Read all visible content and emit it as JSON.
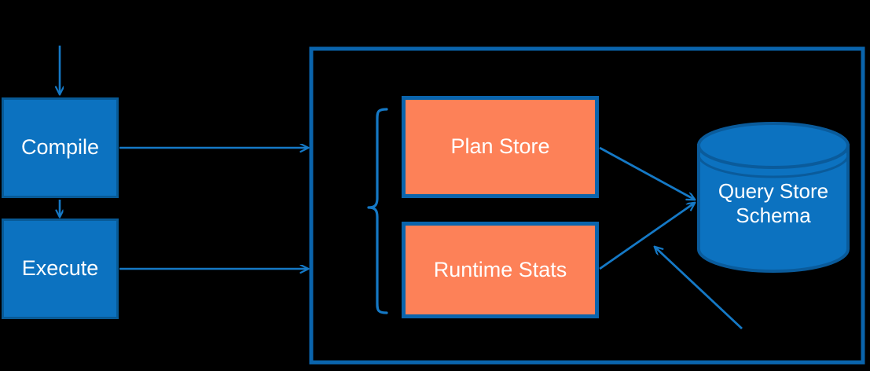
{
  "diagram": {
    "title": "Query Store architecture flow",
    "background_color": "#000000",
    "colors": {
      "process_fill": "#0C72C0",
      "process_stroke": "#085A96",
      "store_fill": "#FD8158",
      "store_stroke": "#0A64AC",
      "connector": "#1579C6",
      "container_stroke": "#0A64AC",
      "cylinder_fill": "#0C72C0",
      "cylinder_stroke": "#0A5B9B",
      "text": "#FFFFFF"
    },
    "nodes": {
      "compile": {
        "label": "Compile",
        "shape": "rectangle",
        "fill": "#0C72C0"
      },
      "execute": {
        "label": "Execute",
        "shape": "rectangle",
        "fill": "#0C72C0"
      },
      "plan_store": {
        "label": "Plan Store",
        "shape": "rectangle",
        "fill": "#FD8158"
      },
      "runtime_stats": {
        "label": "Runtime Stats",
        "shape": "rectangle",
        "fill": "#FD8158"
      },
      "query_store_schema": {
        "label": "Query Store\nSchema",
        "shape": "cylinder",
        "fill": "#0C72C0"
      }
    },
    "container": {
      "label": "",
      "shape": "rectangle-outline"
    },
    "grouping": {
      "brace_label": "",
      "members": [
        "Plan Store",
        "Runtime Stats"
      ]
    },
    "connectors": [
      {
        "name": "input-to-compile",
        "from": "",
        "to": "Compile",
        "style": "arrow-down"
      },
      {
        "name": "compile-to-execute",
        "from": "Compile",
        "to": "Execute",
        "style": "arrow-down"
      },
      {
        "name": "compile-to-container",
        "from": "Compile",
        "to": "Query Store container",
        "style": "arrow-right"
      },
      {
        "name": "execute-to-container",
        "from": "Execute",
        "to": "Query Store container",
        "style": "arrow-right"
      },
      {
        "name": "plan-store-to-schema",
        "from": "Plan Store",
        "to": "Query Store Schema",
        "style": "arrow"
      },
      {
        "name": "runtime-stats-to-schema",
        "from": "Runtime Stats",
        "to": "Query Store Schema",
        "style": "arrow"
      },
      {
        "name": "external-to-schema",
        "from": "",
        "to": "Query Store Schema",
        "style": "arrow-up-left"
      }
    ]
  }
}
